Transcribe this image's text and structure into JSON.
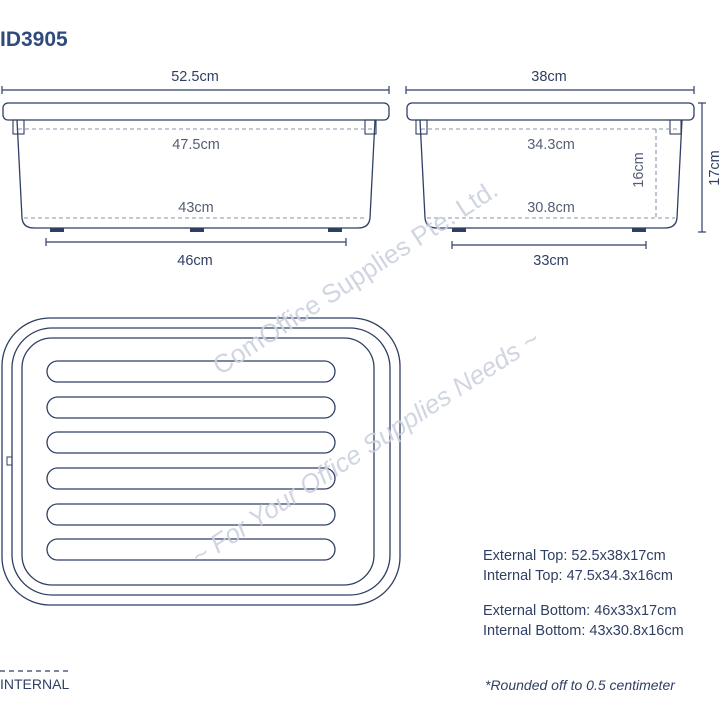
{
  "product_id": "ID3905",
  "side_view": {
    "external_top_length": "52.5cm",
    "internal_top_length": "47.5cm",
    "internal_bottom_length": "43cm",
    "external_bottom_length": "46cm"
  },
  "end_view": {
    "external_top_width": "38cm",
    "internal_top_width": "34.3cm",
    "internal_bottom_width": "30.8cm",
    "external_bottom_width": "33cm",
    "internal_height": "16cm",
    "external_height": "17cm"
  },
  "watermark": {
    "line1": "ComOffice Supplies Pte. Ltd.",
    "line2": "~ For Your Office Supplies Needs ~"
  },
  "specs": {
    "external_top": "External Top: 52.5x38x17cm",
    "internal_top": "Internal Top: 47.5x34.3x16cm",
    "external_bottom": "External Bottom: 46x33x17cm",
    "internal_bottom": "Internal Bottom: 43x30.8x16cm"
  },
  "legend": {
    "internal_label": "INTERNAL"
  },
  "footnote": "*Rounded off to 0.5 centimeter",
  "colors": {
    "line": "#2f3f63",
    "title": "#2f4a7d",
    "watermark": "#c9cede"
  }
}
